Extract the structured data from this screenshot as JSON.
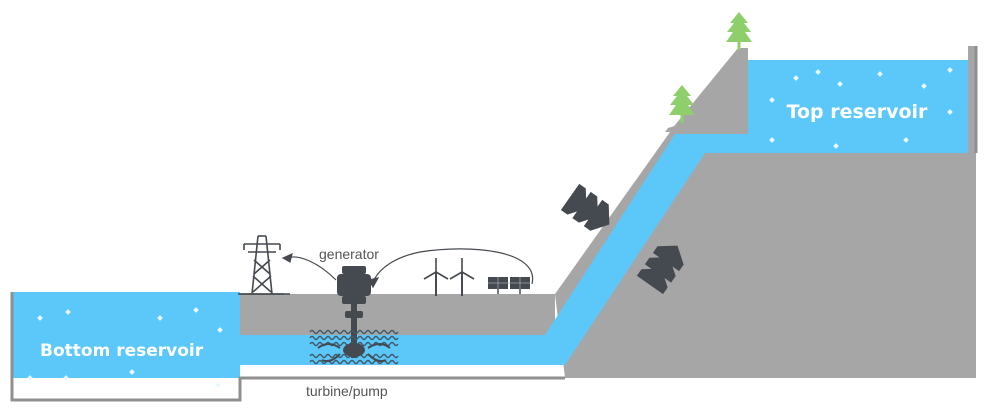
{
  "labels": {
    "top_reservoir": "Top reservoir",
    "bottom_reservoir": "Bottom reservoir",
    "generator": "generator",
    "turbine_pump": "turbine/pump"
  },
  "icons": {
    "trees": [
      "tree-icon",
      "tree-icon"
    ],
    "power_pylon": "power-pylon-icon",
    "wind_turbines": [
      "wind-turbine-icon",
      "wind-turbine-icon"
    ],
    "solar_panels": "solar-panel-icon",
    "generator": "generator-icon",
    "flow_down": "chevron-down-icon",
    "flow_up": "chevron-up-icon"
  },
  "colors": {
    "water": "#5cc8fa",
    "rock": "#a6a6a6",
    "rock_edge": "#8f8f8f",
    "dark": "#454a50",
    "tree": "#8fcf6b",
    "sparkle": "#e9f7ff",
    "wave": "#3f5a6a"
  }
}
